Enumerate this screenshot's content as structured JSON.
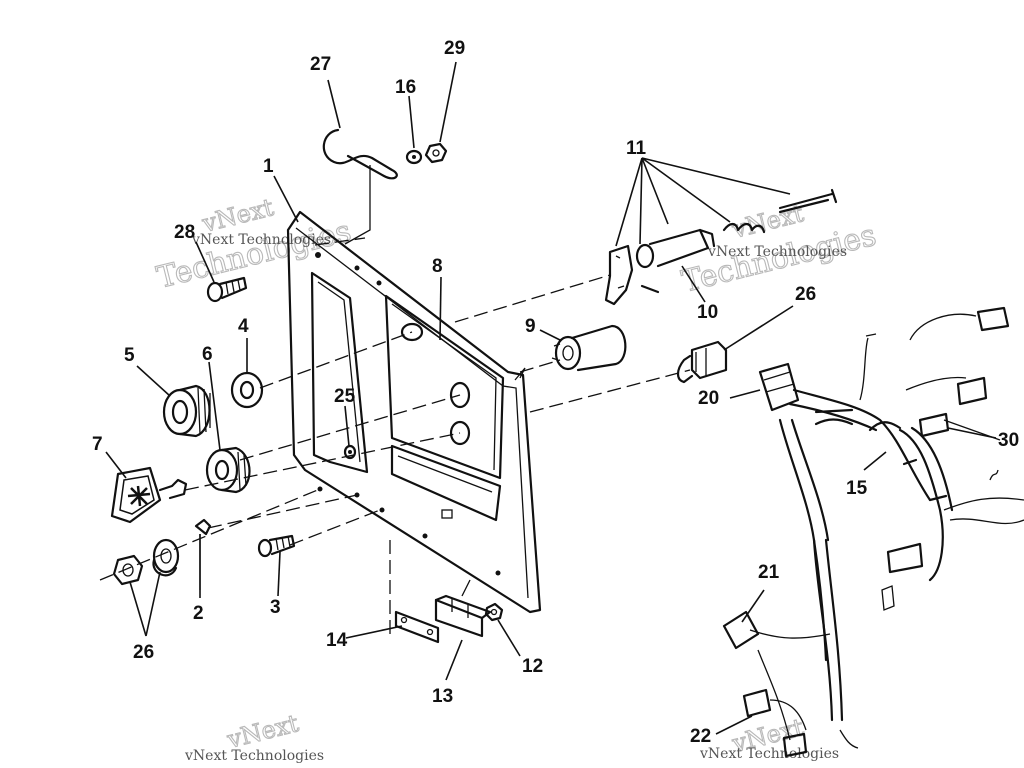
{
  "callouts": {
    "c1": "1",
    "c2": "2",
    "c3": "3",
    "c4": "4",
    "c5": "5",
    "c6": "6",
    "c7": "7",
    "c8": "8",
    "c9": "9",
    "c10": "10",
    "c11": "11",
    "c12": "12",
    "c13": "13",
    "c14": "14",
    "c15": "15",
    "c16": "16",
    "c20": "20",
    "c21": "21",
    "c22": "22",
    "c25": "25",
    "c26a": "26",
    "c26b": "26",
    "c27": "27",
    "c28": "28",
    "c29": "29",
    "c30": "30"
  },
  "watermark": {
    "brand": "vNext",
    "word": "Technologies",
    "full": "vNext Technologies"
  },
  "colors": {
    "ink": "#111111",
    "watermark": "#b9b9b9",
    "background": "#ffffff"
  }
}
